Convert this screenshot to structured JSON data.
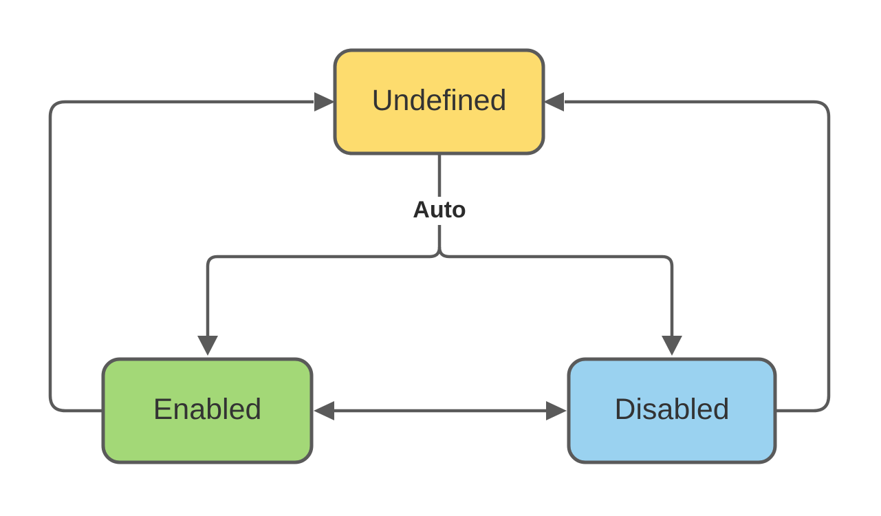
{
  "diagram": {
    "type": "state-diagram",
    "background": "#FFFFFF",
    "stroke_color": "#5A5A5A",
    "node_text_color": "#333333",
    "edge_label_color": "#2B2B2B",
    "edge_label": "Auto",
    "nodes": [
      {
        "id": "undefined",
        "label": "Undefined",
        "fill": "#FDDC6E"
      },
      {
        "id": "enabled",
        "label": "Enabled",
        "fill": "#A3D877"
      },
      {
        "id": "disabled",
        "label": "Disabled",
        "fill": "#9AD2F0"
      }
    ],
    "edges": [
      {
        "from": "undefined",
        "to": "enabled",
        "label": "Auto",
        "bidirectional": false
      },
      {
        "from": "undefined",
        "to": "disabled",
        "label": "Auto",
        "bidirectional": false
      },
      {
        "from": "enabled",
        "to": "undefined",
        "label": "",
        "bidirectional": false
      },
      {
        "from": "disabled",
        "to": "undefined",
        "label": "",
        "bidirectional": false
      },
      {
        "from": "enabled",
        "to": "disabled",
        "label": "",
        "bidirectional": true
      }
    ]
  }
}
